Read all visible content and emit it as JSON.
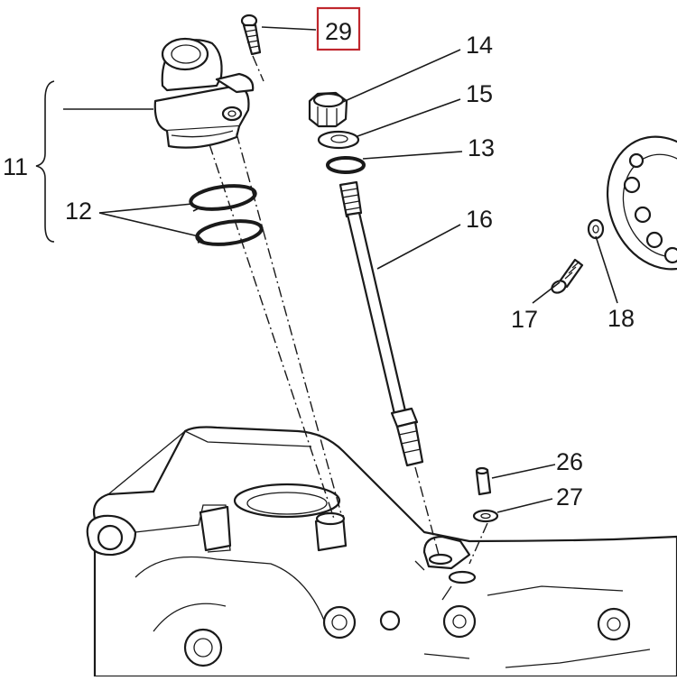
{
  "diagram": {
    "highlight_color": "#c0272d",
    "highlighted_callout": "29",
    "callouts": {
      "c29": "29",
      "c14": "14",
      "c15": "15",
      "c13": "13",
      "c16": "16",
      "c11": "11",
      "c12": "12",
      "c17": "17",
      "c18": "18",
      "c26": "26",
      "c27": "27"
    }
  }
}
